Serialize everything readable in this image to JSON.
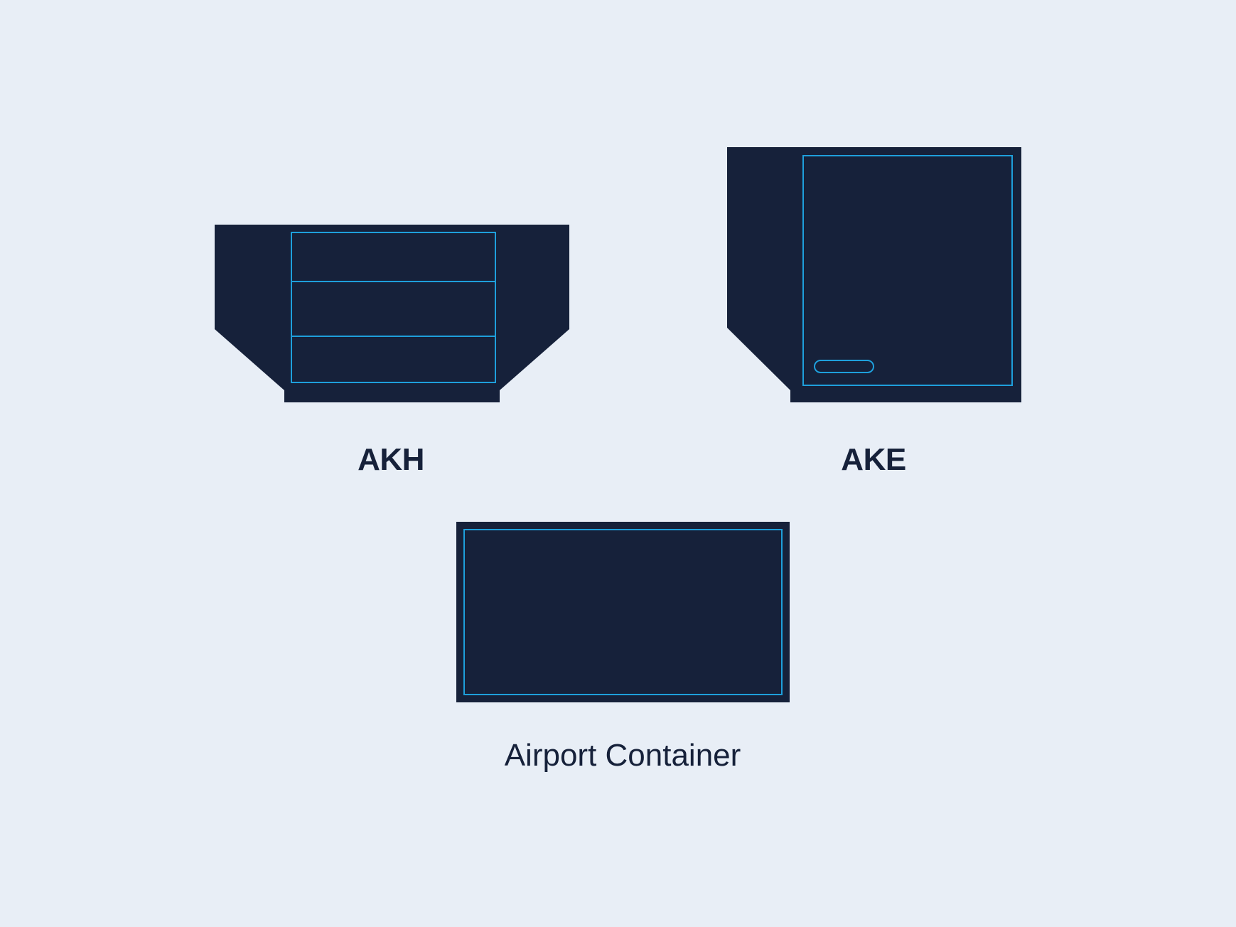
{
  "colors": {
    "background": "#E8EEF6",
    "container_fill": "#16213A",
    "outline": "#1E9FDB",
    "label_text": "#16213A"
  },
  "containers": [
    {
      "id": "akh",
      "label": "AKH"
    },
    {
      "id": "ake",
      "label": "AKE"
    },
    {
      "id": "airport-container",
      "label": "Airport Container"
    }
  ]
}
